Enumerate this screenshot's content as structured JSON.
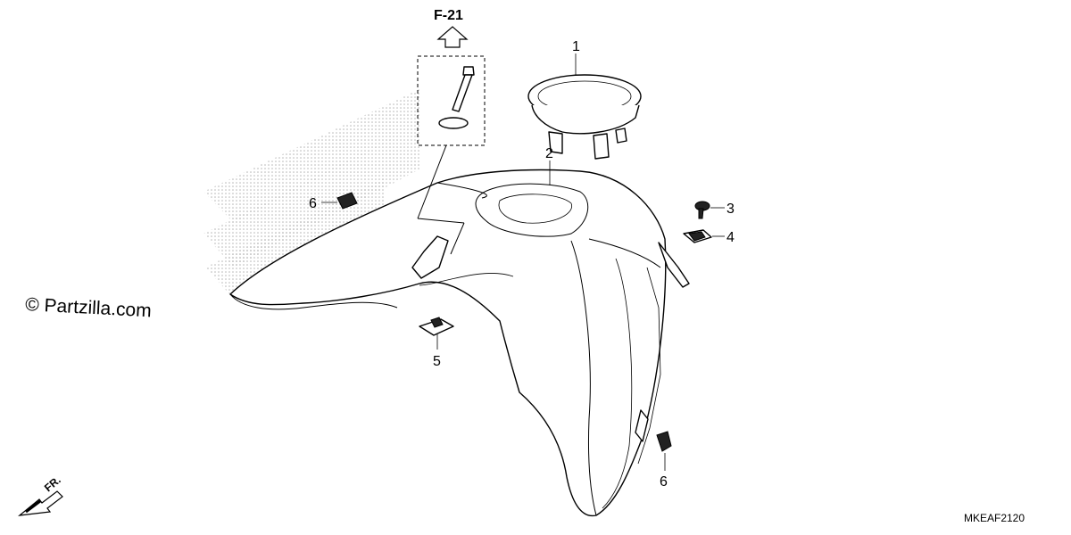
{
  "watermark": {
    "text": "© Partzilla.com"
  },
  "reference": {
    "label": "F-21"
  },
  "callouts": {
    "part_1": "1",
    "part_2": "2",
    "part_3": "3",
    "part_4": "4",
    "part_5": "5",
    "part_6_top": "6",
    "part_6_bottom": "6"
  },
  "direction": {
    "label": "FR."
  },
  "diagram_code": "MKEAF2120",
  "colors": {
    "line": "#000000",
    "background": "#ffffff",
    "stipple": "#c8c8c8"
  }
}
